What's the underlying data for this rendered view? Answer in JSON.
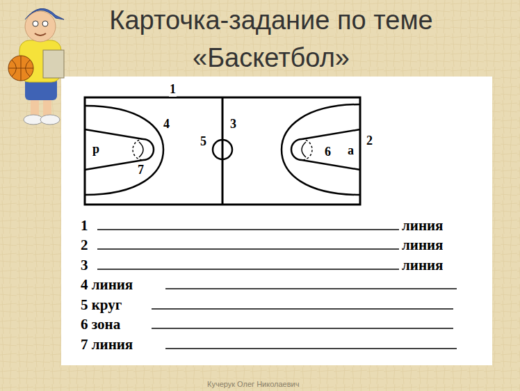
{
  "diagram": {
    "title": "Карточка-задание по теме «Баскетбол»",
    "labels": [
      "1",
      "4",
      "3",
      "5",
      "2",
      "р",
      "7",
      "6",
      "а",
      "1",
      "линия",
      "2",
      "линия",
      "3",
      "линия",
      "4 линия",
      "5 круг",
      "6 зона",
      "7 линия",
      "Кучерук Олег Николаевич"
    ]
  }
}
